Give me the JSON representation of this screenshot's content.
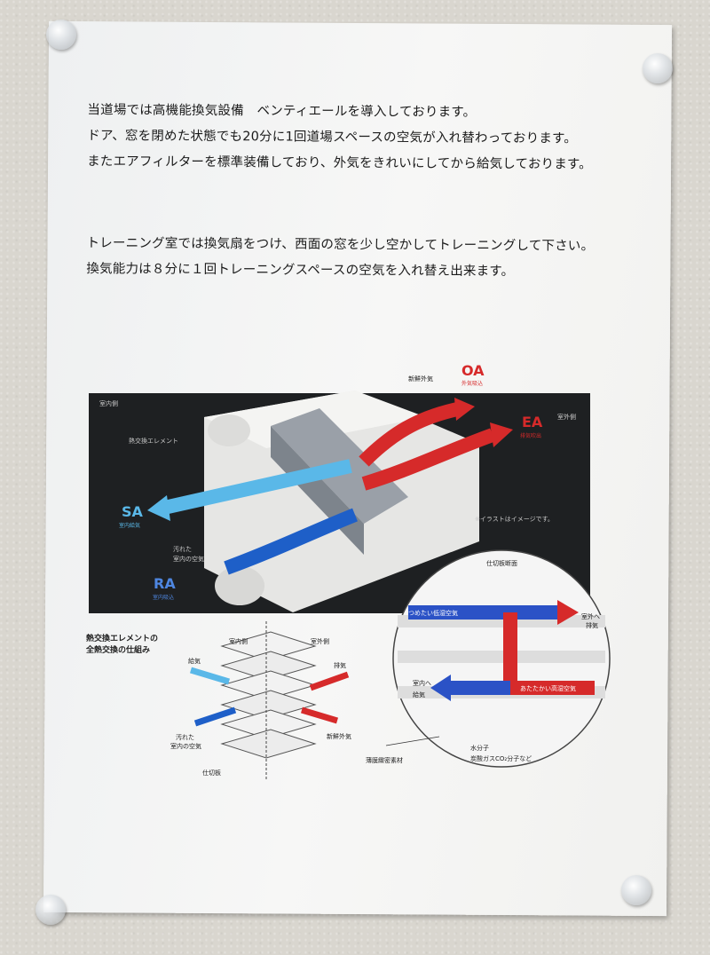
{
  "notice": {
    "paragraph1": [
      "当道場では高機能換気設備　ベンティエールを導入しております。",
      "ドア、窓を閉めた状態でも20分に1回道場スペースの空気が入れ替わっております。",
      "またエアフィルターを標準装備しており、外気をきれいにしてから給気しております。"
    ],
    "paragraph2": [
      "トレーニング室では換気扇をつけ、西面の窓を少し空かしてトレーニングして下さい。",
      "換気能力は８分に１回トレーニングスペースの空気を入れ替え出来ます。"
    ]
  },
  "diagram": {
    "indoor_side": "室内側",
    "outdoor_side": "室外側",
    "element": "熱交換エレメント",
    "fresh_air": "新鮮外気",
    "oa": "OA",
    "oa_sub": "外気吸込",
    "ea": "EA",
    "ea_sub": "排気吹出",
    "sa": "SA",
    "sa_sub": "室内給気",
    "ra": "RA",
    "ra_sub": "室内吸込",
    "dirty_air": "汚れた",
    "dirty_air2": "室内の空気",
    "illustration_note": "※イラストはイメージです。",
    "colors": {
      "red": "#d62a2a",
      "blue": "#1e5fc8",
      "light_blue": "#5ab8e8"
    }
  },
  "element_diagram": {
    "title1": "熱交換エレメントの",
    "title2": "全熱交換の仕組み",
    "indoor": "室内側",
    "outdoor": "室外側",
    "supply": "給気",
    "exhaust": "排気",
    "dirty1": "汚れた",
    "dirty2": "室内の空気",
    "fresh": "新鮮外気",
    "partition": "仕切板",
    "membrane": "薄膜緻密素材"
  },
  "cross_section": {
    "title": "仕切板断面",
    "cold": "つめたい低湿空気",
    "warm": "あたたかい高湿空気",
    "to_outdoor1": "室外へ",
    "to_outdoor2": "排気",
    "to_indoor1": "室内へ",
    "to_indoor2": "給気",
    "legend_water": "水分子",
    "legend_co2": "炭酸ガスCO₂分子など"
  }
}
